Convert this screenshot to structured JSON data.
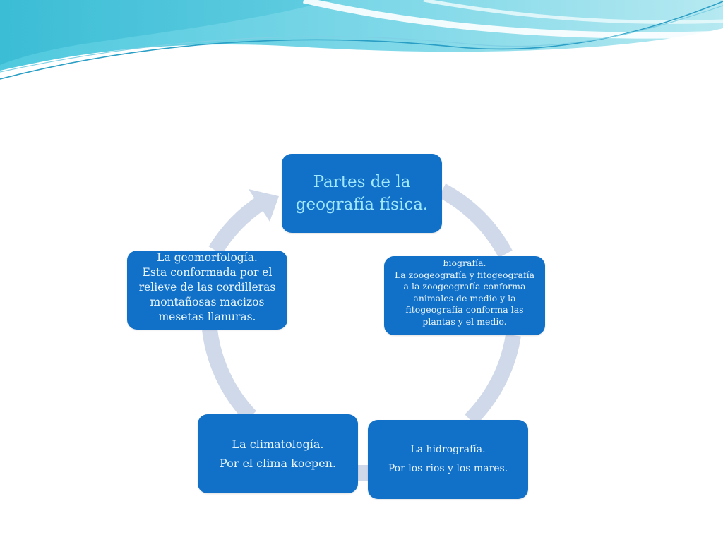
{
  "diagram": {
    "nodes": [
      {
        "id": "main",
        "lines": [
          "Partes de la",
          "geografía física."
        ]
      },
      {
        "id": "biografia",
        "lines": [
          "biografía.",
          "La zoogeografía y fitogeografía",
          "a la zoogeografía  conforma",
          "animales de medio y la",
          "fitogeografía  conforma las",
          "plantas y el medio."
        ]
      },
      {
        "id": "hidrografia",
        "lines": [
          "La hidrografía.",
          "Por los rios y los  mares."
        ]
      },
      {
        "id": "climatologia",
        "lines": [
          "La climatología.",
          "Por el clima  koepen."
        ]
      },
      {
        "id": "geomorfologia",
        "lines": [
          "La geomorfología.",
          "Esta conformada por el",
          "relieve de las cordilleras",
          "montañosas macizos",
          "mesetas llanuras."
        ]
      }
    ]
  },
  "colors": {
    "node_fill": "#1170c8",
    "main_text": "#9fe8ff",
    "node_text": "#e9f6ff",
    "ring": "#d0d9ea",
    "header_wave": "#3fc3db"
  }
}
